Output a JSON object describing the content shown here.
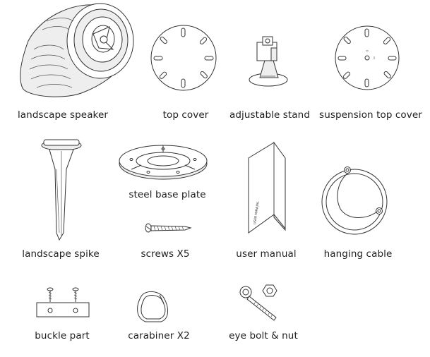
{
  "items": [
    {
      "label": "landscape speaker"
    },
    {
      "label": "top cover"
    },
    {
      "label": "adjustable stand"
    },
    {
      "label": "suspension top cover"
    },
    {
      "label": "landscape spike"
    },
    {
      "label": "steel base plate"
    },
    {
      "label": "screws X5"
    },
    {
      "label": "user manual"
    },
    {
      "label": "hanging cable"
    },
    {
      "label": "buckle part"
    },
    {
      "label": "carabiner X2"
    },
    {
      "label": "eye bolt & nut"
    }
  ],
  "manual_cover_text": "USER MANUAL"
}
